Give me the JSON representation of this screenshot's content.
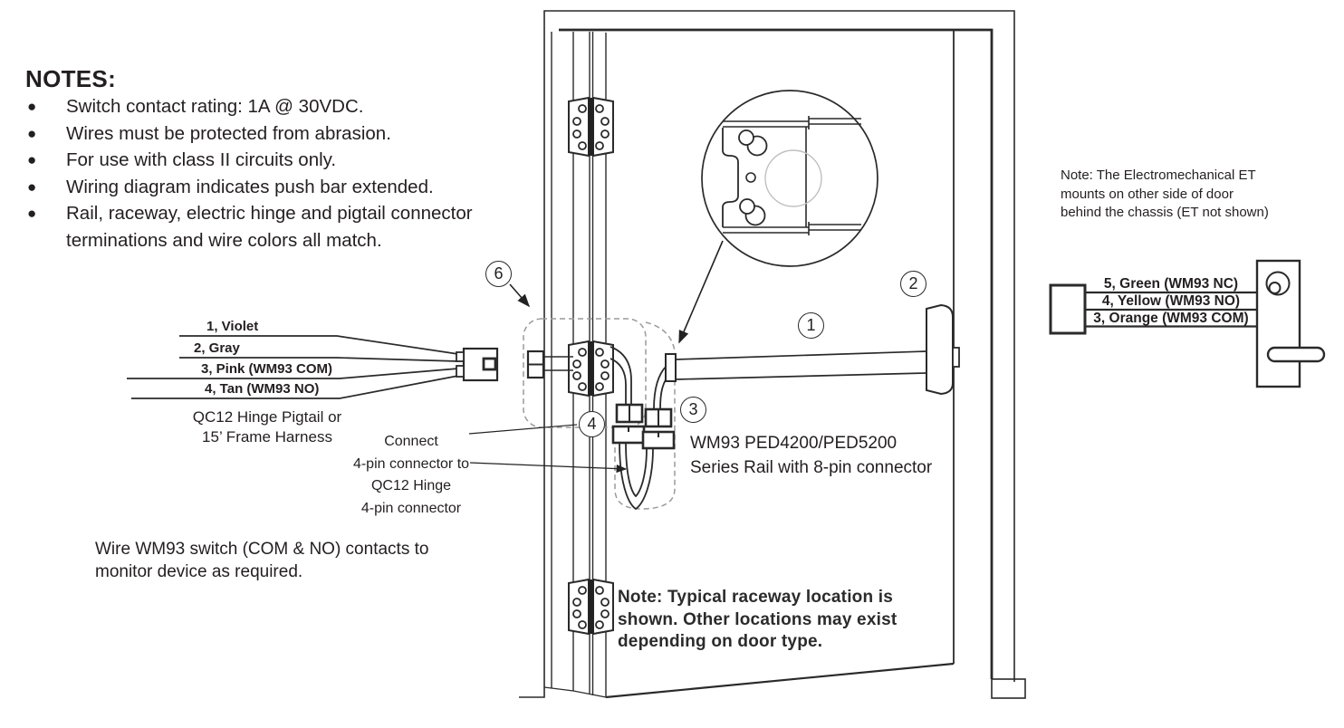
{
  "notes": {
    "title": "NOTES:",
    "items": [
      "Switch contact rating: 1A @ 30VDC.",
      "Wires must be protected from abrasion.",
      "For use with class II circuits only.",
      "Wiring diagram indicates push bar extended.",
      "Rail, raceway, electric hinge and pigtail connector terminations and wire colors all match."
    ]
  },
  "pigtail": {
    "wires": [
      "1, Violet",
      "2, Gray",
      "3, Pink (WM93 COM)",
      "4, Tan (WM93 NO)"
    ],
    "caption": "QC12 Hinge Pigtail or\n15’ Frame Harness"
  },
  "connect_note": "Connect\n4-pin connector to\nQC12 Hinge\n4-pin connector",
  "monitor_note": "Wire WM93 switch (COM & NO) contacts to\nmonitor device as required.",
  "rail_label": "WM93 PED4200/PED5200\nSeries Rail with 8-pin connector",
  "door_note": "Note: Typical raceway location is\nshown. Other locations may exist\ndepending on door type.",
  "et_note": "Note: The Electromechanical ET\nmounts on other side of door\nbehind the chassis (ET not shown)",
  "et_trim": {
    "wires": [
      "5, Green (WM93 NC)",
      "4, Yellow (WM93 NO)",
      "3, Orange (WM93 COM)"
    ]
  },
  "callouts": {
    "n1": "1",
    "n2": "2",
    "n3": "3",
    "n4": "4",
    "n6": "6"
  },
  "colors": {
    "line": "#2a2a2a",
    "dashed": "#9a9a9a",
    "text": "#231f20"
  }
}
